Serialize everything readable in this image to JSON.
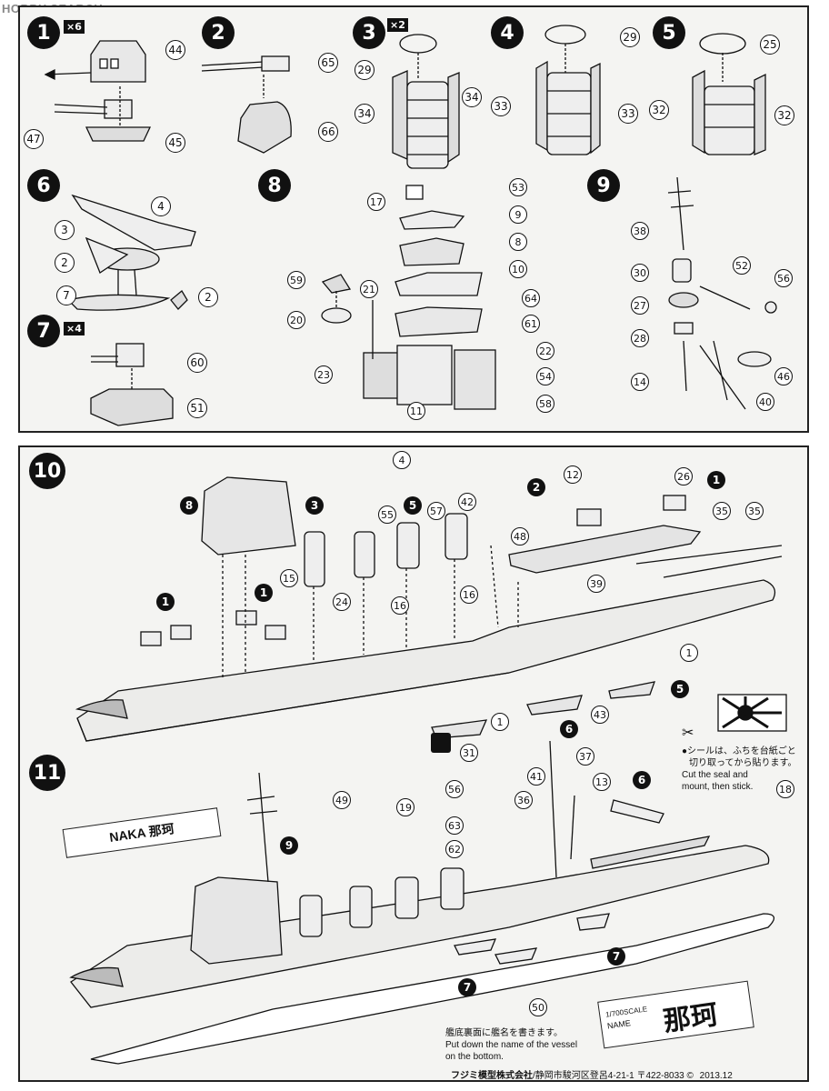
{
  "watermark": {
    "brand": "HOBBY SEARCH"
  },
  "steps_top": [
    {
      "num": "1",
      "mult": "×6",
      "parts": [
        "44",
        "47",
        "45"
      ]
    },
    {
      "num": "2",
      "parts": [
        "65",
        "66"
      ]
    },
    {
      "num": "3",
      "mult": "×2",
      "parts": [
        "29",
        "34",
        "34"
      ]
    },
    {
      "num": "4",
      "parts": [
        "29",
        "33",
        "33"
      ]
    },
    {
      "num": "5",
      "parts": [
        "25",
        "32",
        "32"
      ]
    },
    {
      "num": "6",
      "parts": [
        "4",
        "3",
        "2",
        "7",
        "2"
      ]
    },
    {
      "num": "7",
      "mult": "×4",
      "parts": [
        "60",
        "51"
      ]
    },
    {
      "num": "8",
      "parts": [
        "17",
        "53",
        "9",
        "8",
        "10",
        "59",
        "21",
        "64",
        "20",
        "61",
        "22",
        "23",
        "54",
        "11",
        "58"
      ]
    },
    {
      "num": "9",
      "parts": [
        "38",
        "30",
        "52",
        "56",
        "27",
        "28",
        "14",
        "46",
        "40"
      ]
    }
  ],
  "step10": {
    "num": "10",
    "parts": [
      "4",
      "2",
      "12",
      "26",
      "1",
      "8",
      "3",
      "5",
      "55",
      "57",
      "42",
      "48",
      "35",
      "35",
      "39",
      "1",
      "15",
      "24",
      "16",
      "16",
      "1",
      "1",
      "5",
      "43",
      "6",
      "1",
      "31"
    ]
  },
  "step11": {
    "num": "11",
    "parts": [
      "37",
      "56",
      "41",
      "13",
      "6",
      "49",
      "19",
      "63",
      "36",
      "9",
      "62",
      "18",
      "7",
      "7",
      "50"
    ],
    "ship_label": "NAKA 那珂",
    "name_plate": {
      "scale_line1": "1/700SCALE",
      "scale_line2": "NAME",
      "name": "那珂"
    }
  },
  "seal_note": {
    "ja_line1": "●シールは、ふちを台紙ごと",
    "ja_line2": "切り取ってから貼ります。",
    "en_line1": "Cut the seal and",
    "en_line2": "mount, then stick."
  },
  "bottom_note": {
    "ja": "艦底裏面に艦名を書きます。",
    "en_line1": "Put down the name of the vessel",
    "en_line2": "on the bottom."
  },
  "footer": {
    "company": "フジミ模型株式会社",
    "address": "/静岡市駿河区登呂4-21-1 〒422-8033 ©",
    "date": "2013.12"
  }
}
